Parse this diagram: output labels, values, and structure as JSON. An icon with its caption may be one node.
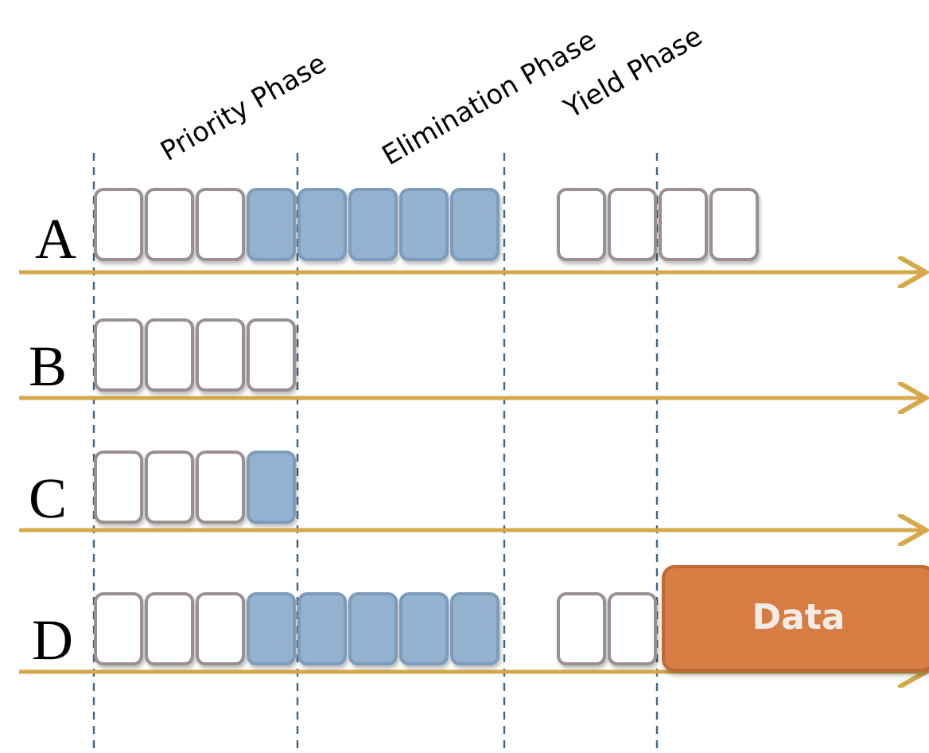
{
  "diagram": {
    "nodes": [
      {
        "text": [],
        "shape": "box"
      },
      {
        "text": [],
        "shape": "box"
      },
      {
        "text": [],
        "shape": "box"
      },
      {
        "text": [],
        "shape": "box"
      },
      {
        "text": [],
        "shape": "box"
      },
      {
        "text": [],
        "shape": "box"
      },
      {
        "text": [],
        "shape": "box"
      },
      {
        "text": [],
        "shape": "box"
      },
      {
        "text": [],
        "shape": "box"
      },
      {
        "text": [],
        "shape": "box"
      },
      {
        "text": [],
        "shape": "box"
      },
      {
        "text": [],
        "shape": "box"
      },
      {
        "text": [],
        "shape": "box"
      },
      {
        "text": [],
        "shape": "box"
      },
      {
        "text": [],
        "shape": "box"
      },
      {
        "text": [],
        "shape": "box"
      },
      {
        "text": [],
        "shape": "box"
      },
      {
        "text": [],
        "shape": "box"
      },
      {
        "text": [],
        "shape": "box"
      },
      {
        "text": [],
        "shape": "box"
      },
      {
        "text": [],
        "shape": "box"
      },
      {
        "text": [],
        "shape": "box"
      },
      {
        "text": [],
        "shape": "box"
      },
      {
        "text": [],
        "shape": "box"
      },
      {
        "text": [],
        "shape": "box"
      },
      {
        "text": [],
        "shape": "box"
      },
      {
        "text": [],
        "shape": "box"
      },
      {
        "text": [],
        "shape": "box"
      },
      {
        "text": [],
        "shape": "box"
      },
      {
        "text": [],
        "shape": "box"
      },
      {
        "text": [
          "Data"
        ]
      }
    ],
    "edges": [],
    "labels": [
      "Priority Phase",
      "Elimination Phase",
      "Yield Phase",
      "A",
      "B",
      "C",
      "D"
    ]
  }
}
